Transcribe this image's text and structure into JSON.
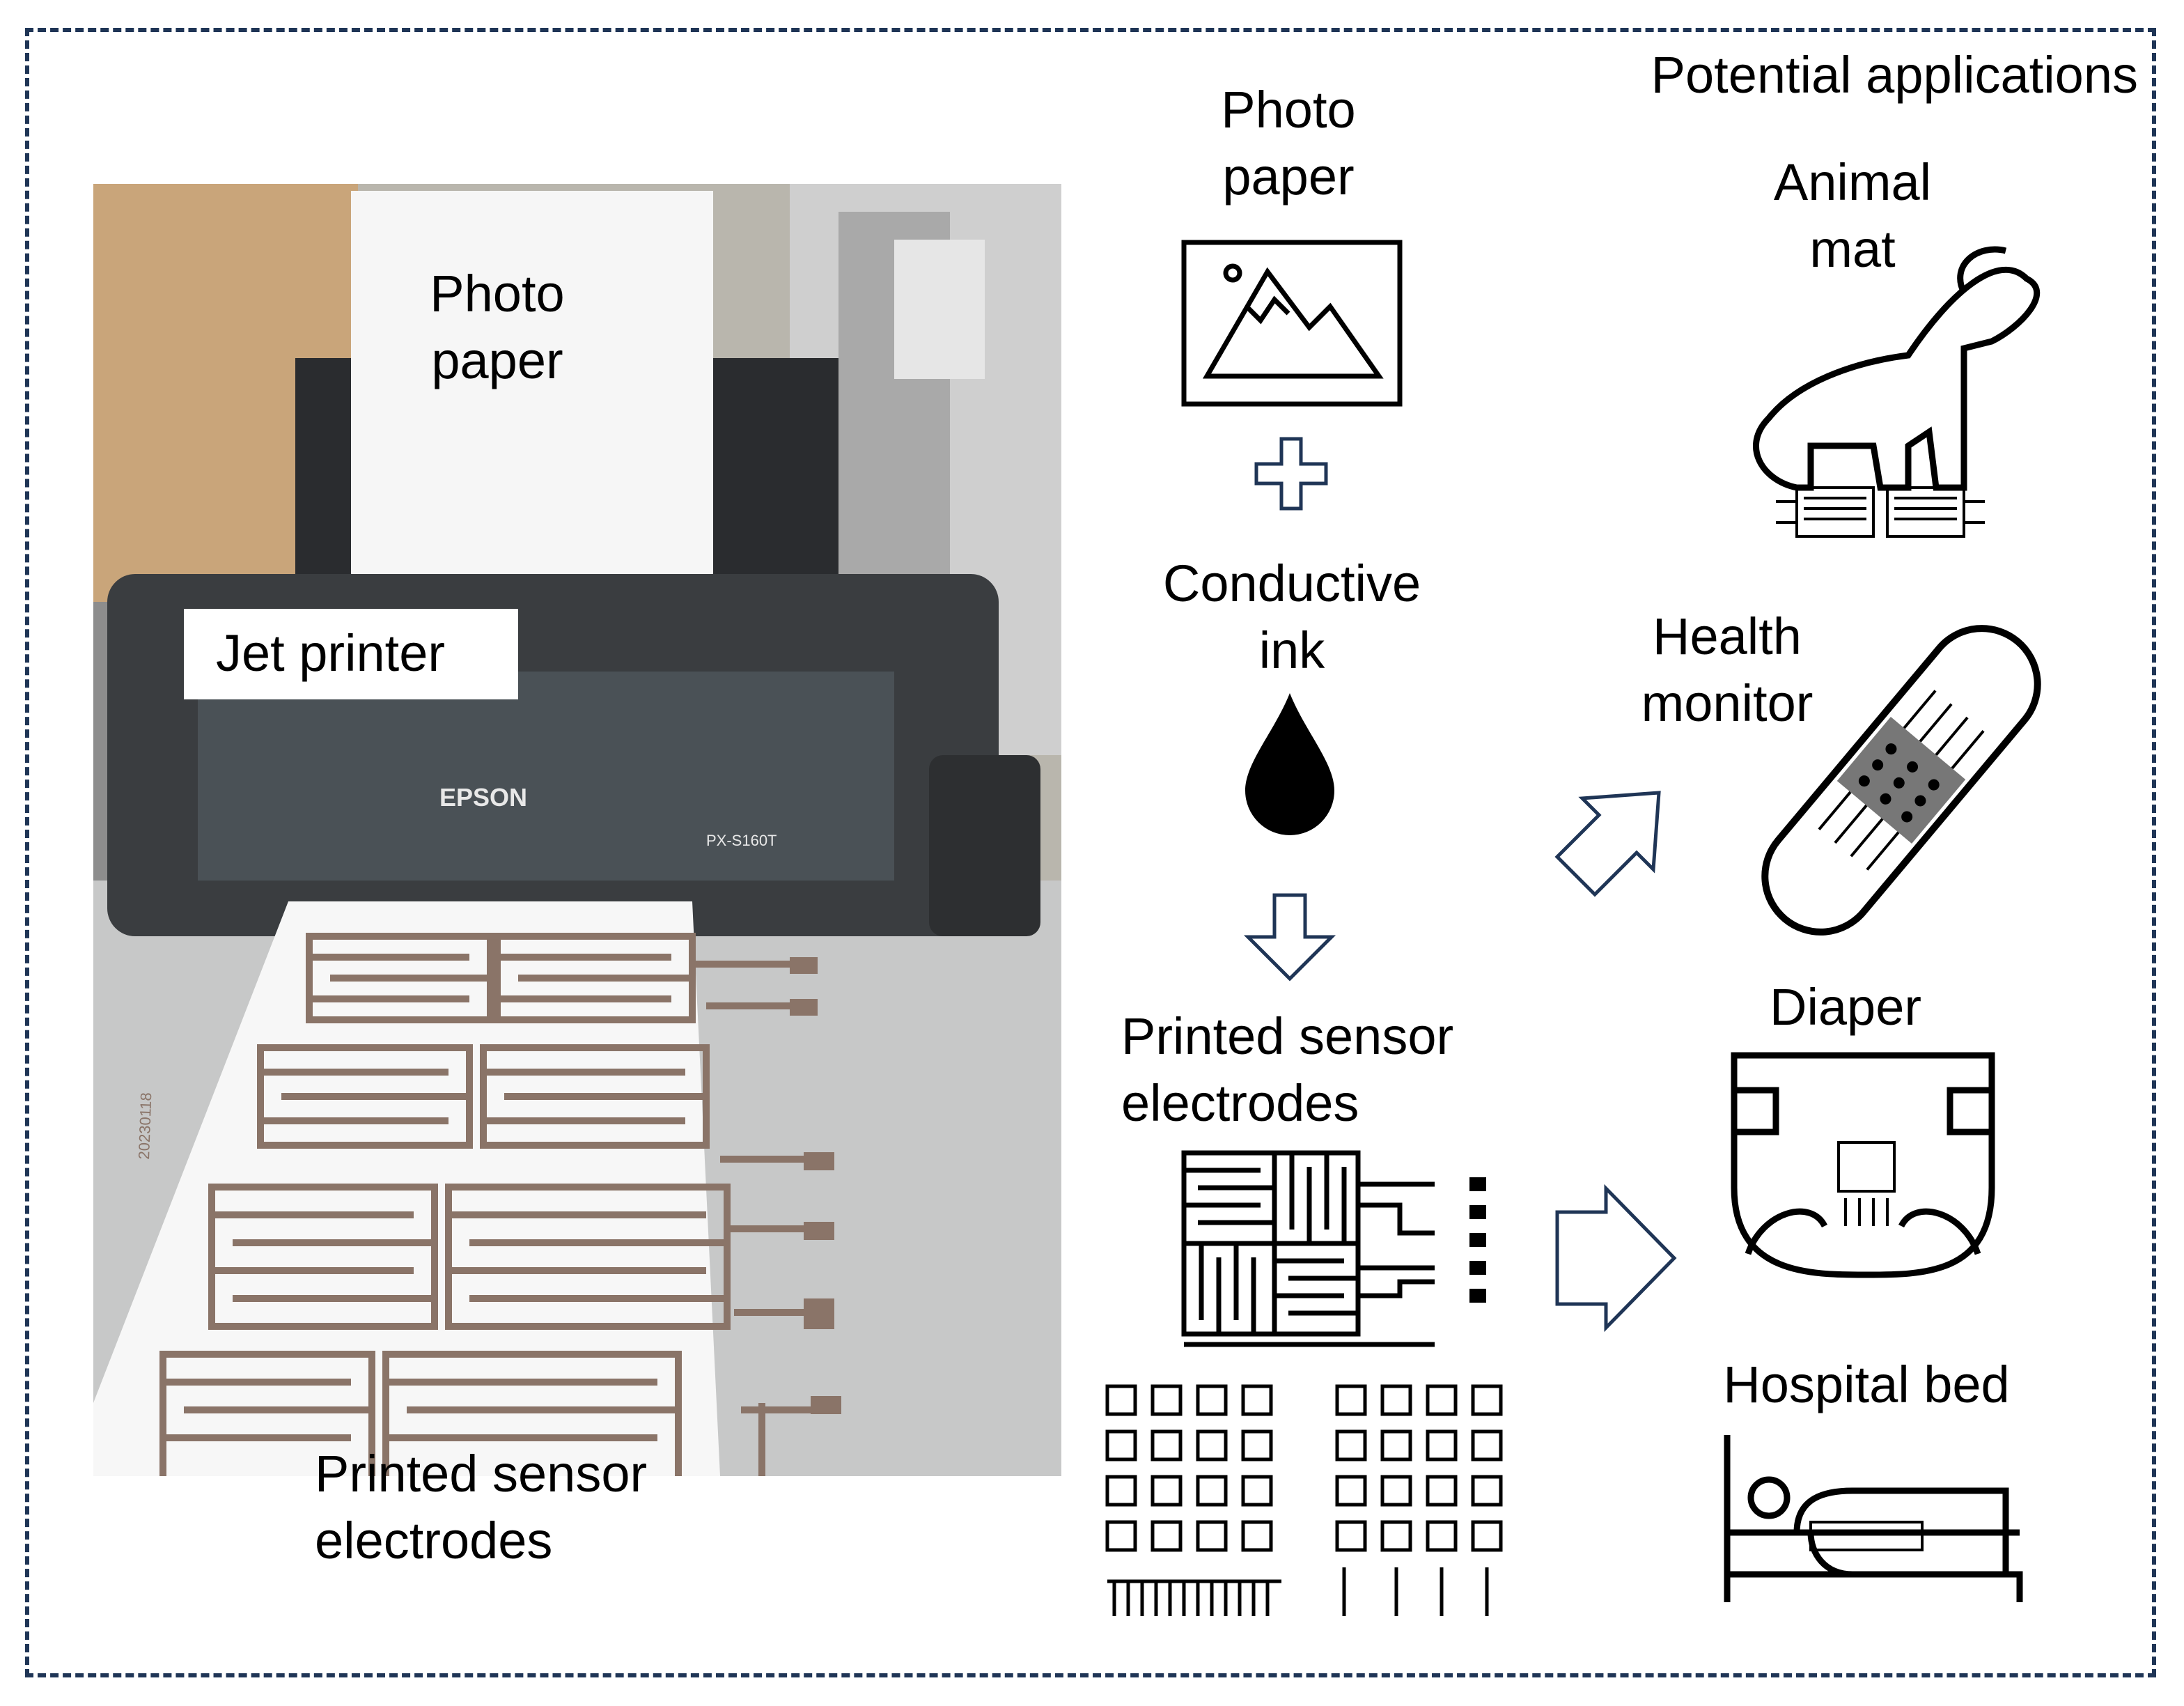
{
  "header": {
    "potential_applications": "Potential applications"
  },
  "photo": {
    "paper_label": "Photo\npaper",
    "printer_label": "Jet printer",
    "electrodes_label": "Printed sensor\nelectrodes",
    "brand": "EPSON",
    "model": "PX-S160T",
    "date_stamp": "20230118"
  },
  "process": {
    "photo_paper": "Photo\npaper",
    "conductive_ink": "Conductive\nink",
    "printed_electrodes": "Printed sensor\nelectrodes"
  },
  "applications": {
    "animal_mat": "Animal\nmat",
    "health_monitor": "Health\nmonitor",
    "diaper": "Diaper",
    "hospital_bed": "Hospital bed"
  },
  "colors": {
    "frame": "#1f3556",
    "arrow": "#1f3556",
    "electrode": "#8a7468"
  }
}
